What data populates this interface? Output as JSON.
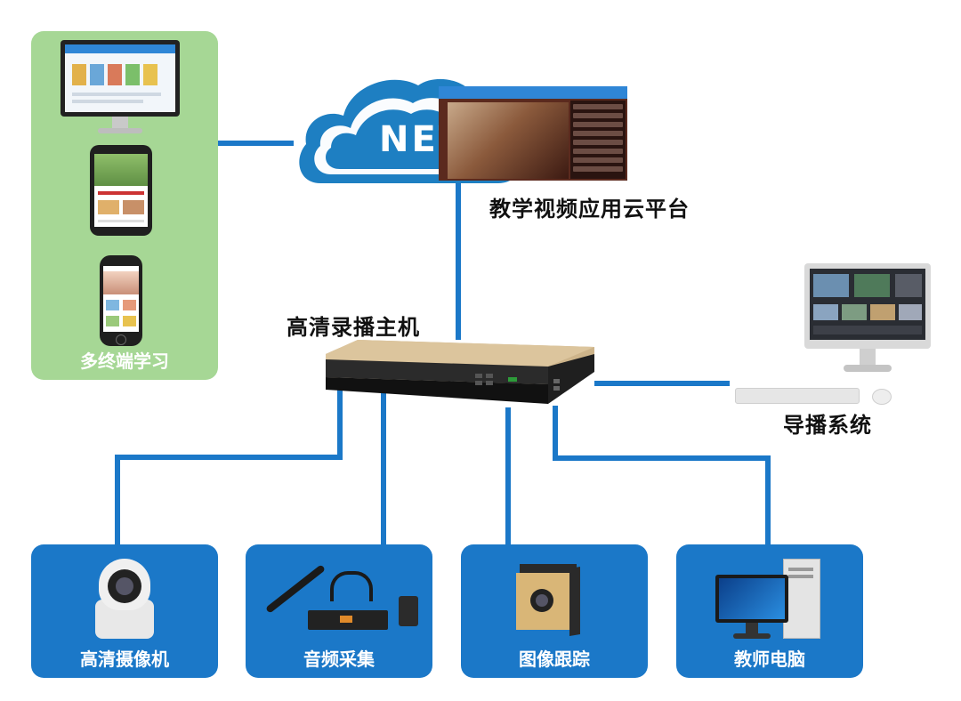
{
  "cloud": {
    "text": "NET"
  },
  "platform": {
    "label": "教学视频应用云平台"
  },
  "recorder": {
    "label": "高清录播主机"
  },
  "terminals": {
    "label": "多终端学习"
  },
  "director": {
    "label": "导播系统"
  },
  "devices": [
    {
      "label": "高清摄像机"
    },
    {
      "label": "音频采集"
    },
    {
      "label": "图像跟踪"
    },
    {
      "label": "教师电脑"
    }
  ],
  "colors": {
    "line_blue": "#1b78c8",
    "card_blue": "#1b78c8",
    "panel_green": "#a6d795",
    "cloud_blue": "#1e7fc2"
  }
}
